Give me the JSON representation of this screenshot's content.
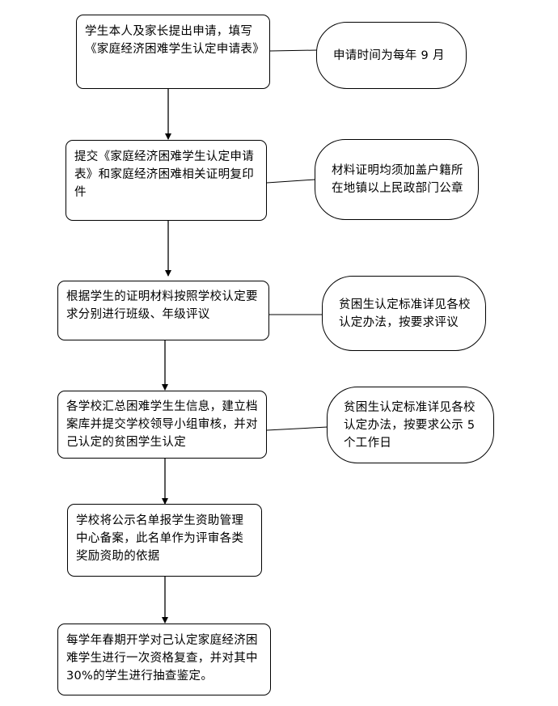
{
  "steps": [
    "学生本人及家长提出申请，填写《家庭经济困难学生认定申请表》",
    "提交《家庭经济困难学生认定申请表》和家庭经济困难相关证明复印件",
    "根据学生的证明材料按照学校认定要求分别进行班级、年级评议",
    "各学校汇总困难学生生信息，建立档案库并提交学校领导小组审核，并对己认定的贫困学生认定",
    "学校将公示名单报学生资助管理中心备案，此名单作为评审各类奖励资助的依据",
    "每学年春期开学对己认定家庭经济困难学生进行一次资格复查，并对其中 30%的学生进行抽查鉴定。"
  ],
  "notes": [
    "申请时间为每年 9 月",
    "材料证明均须加盖户籍所在地镇以上民政部门公章",
    "贫困生认定标准详见各校认定办法，按要求评议",
    "贫困生认定标准详见各校认定办法，按要求公示 5 个工作日"
  ]
}
